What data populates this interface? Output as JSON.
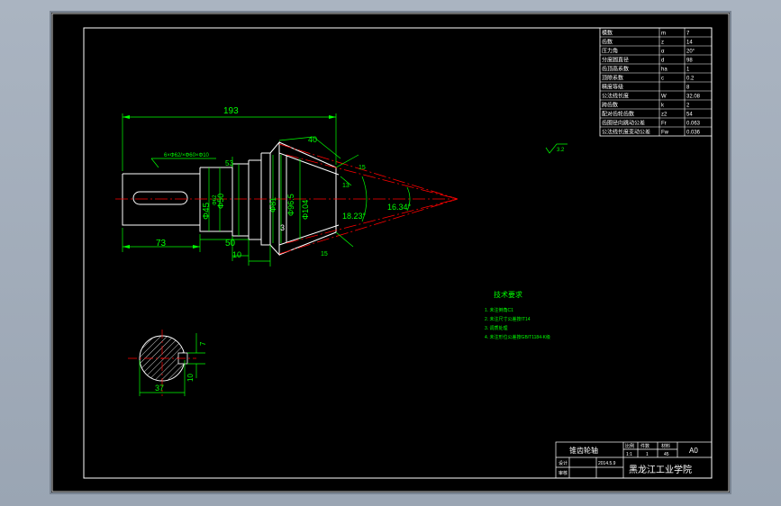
{
  "drawing": {
    "background_color": "#000000",
    "line_color": "#ffffff",
    "dim_color": "#00ff00",
    "center_color": "#ff0000",
    "dims": {
      "overall_length": "193",
      "key_length": "73",
      "shoulder_length": "50",
      "step": "10",
      "step2": "3",
      "key_spec": "6×Φ62/×Φ60×Φ10",
      "face_width": "40",
      "top_dim": "53",
      "chamfer": "15",
      "small_dim": "13",
      "dia_45": "Φ45",
      "dia_50": "Φ50",
      "dia_small": "Φ62",
      "dia_81": "Φ81",
      "dia_965": "Φ96.5",
      "dia_104": "Φ104",
      "angle_1": "18.23°",
      "angle_2": "16.34°",
      "angle_3": "15",
      "roughness": "3.2",
      "section_width": "37",
      "section_key": "10",
      "section_depth": "7"
    },
    "tech_requirements": {
      "title": "技术要求",
      "items": [
        "1. 未注倒角C1",
        "2. 未注尺寸公差按IT14",
        "3. 调质处理",
        "4. 未注形位公差按GB/T1184-K级"
      ]
    },
    "param_table": {
      "rows": [
        [
          "模数",
          "m",
          "7"
        ],
        [
          "齿数",
          "z",
          "14"
        ],
        [
          "压力角",
          "α",
          "20°"
        ],
        [
          "分度圆直径",
          "d",
          "98"
        ],
        [
          "齿顶高系数",
          "ha",
          "1"
        ],
        [
          "顶隙系数",
          "c",
          "0.2"
        ],
        [
          "精度等级",
          "",
          "8"
        ],
        [
          "公法线长度",
          "W",
          "32.08"
        ],
        [
          "跨齿数",
          "k",
          "2"
        ],
        [
          "配对齿轮齿数",
          "z2",
          "54"
        ],
        [
          "齿圈径向跳动公差",
          "Fr",
          "0.063"
        ],
        [
          "公法线长度变动公差",
          "Fw",
          "0.036"
        ]
      ]
    },
    "title_block": {
      "part_name": "锥齿轮轴",
      "h_ratio": "比例",
      "h_qty": "件数",
      "h_material": "材料",
      "ratio": "1:1",
      "qty": "1",
      "material": "45",
      "sheet_size": "A0",
      "design": "设计",
      "check": "审核",
      "date": "2014.5.9",
      "school": "黑龙江工业学院"
    }
  }
}
